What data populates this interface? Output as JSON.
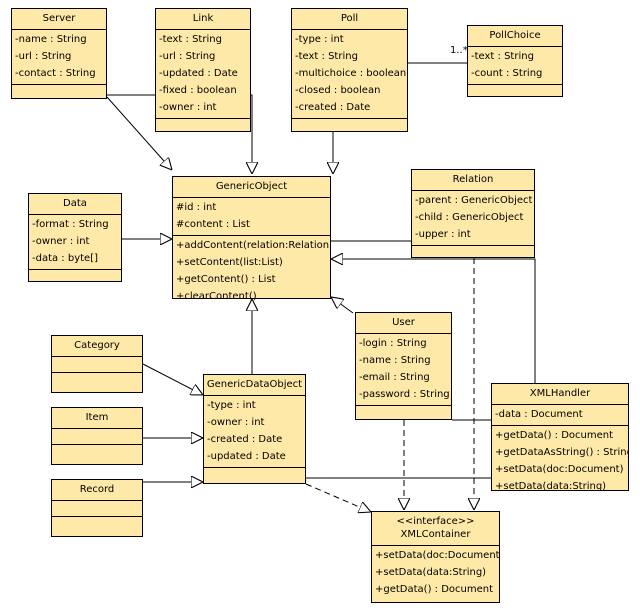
{
  "diagram": {
    "classes": {
      "server": {
        "name": "Server",
        "attributes": [
          "-name : String",
          "-url : String",
          "-contact : String"
        ],
        "methods": []
      },
      "link": {
        "name": "Link",
        "attributes": [
          "-text : String",
          "-url : String",
          "-updated : Date",
          "-fixed : boolean",
          "-owner : int"
        ],
        "methods": []
      },
      "poll": {
        "name": "Poll",
        "attributes": [
          "-type : int",
          "-text : String",
          "-multichoice : boolean",
          "-closed : boolean",
          "-created : Date"
        ],
        "methods": []
      },
      "pollchoice": {
        "name": "PollChoice",
        "attributes": [
          "-text : String",
          "-count : String"
        ],
        "methods": []
      },
      "data": {
        "name": "Data",
        "attributes": [
          "-format : String",
          "-owner : int",
          "-data : byte[]"
        ],
        "methods": []
      },
      "genericobject": {
        "name": "GenericObject",
        "attributes": [
          "#id : int",
          "#content : List"
        ],
        "methods": [
          "+addContent(relation:Relation)",
          "+setContent(list:List)",
          "+getContent() : List",
          "+clearContent()"
        ]
      },
      "relation": {
        "name": "Relation",
        "attributes": [
          "-parent : GenericObject",
          "-child : GenericObject",
          "-upper : int"
        ],
        "methods": []
      },
      "user": {
        "name": "User",
        "attributes": [
          "-login : String",
          "-name : String",
          "-email : String",
          "-password : String"
        ],
        "methods": []
      },
      "category": {
        "name": "Category",
        "attributes": [],
        "methods": []
      },
      "item": {
        "name": "Item",
        "attributes": [],
        "methods": []
      },
      "record": {
        "name": "Record",
        "attributes": [],
        "methods": []
      },
      "genericdataobject": {
        "name": "GenericDataObject",
        "attributes": [
          "-type : int",
          "-owner : int",
          "-created : Date",
          "-updated : Date"
        ],
        "methods": []
      },
      "xmlhandler": {
        "name": "XMLHandler",
        "attributes": [
          "-data : Document"
        ],
        "methods": [
          "+getData() : Document",
          "+getDataAsString() : String",
          "+setData(doc:Document)",
          "+setData(data:String)"
        ]
      },
      "xmlcontainer": {
        "stereotype": "<<interface>>",
        "name": "XMLContainer",
        "attributes": [],
        "methods": [
          "+setData(doc:Document)",
          "+setData(data:String)",
          "+getData() : Document"
        ]
      }
    },
    "multiplicity_poll_choice": "1..*"
  }
}
